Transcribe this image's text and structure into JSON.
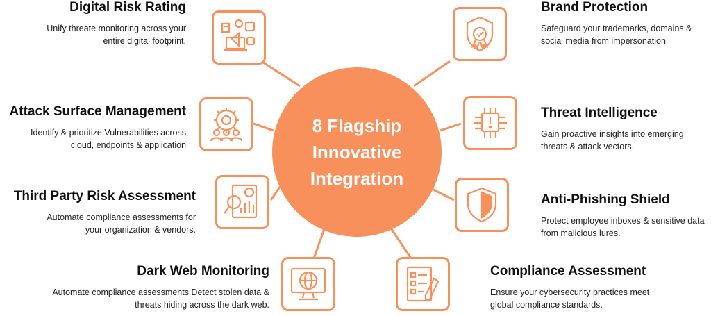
{
  "center": {
    "title": "8 Flagship Innovative Integration"
  },
  "colors": {
    "accent": "#f7905a",
    "text": "#111111",
    "background": "#ffffff"
  },
  "features": [
    {
      "title": "Digital Risk Rating",
      "description": "Unify threate monitoring across your entire digital footprint.",
      "icon": "digital-marketing-icon"
    },
    {
      "title": "Brand Protection",
      "description": "Safeguard your trademarks, domains & social media from impersonation",
      "icon": "badge-shield-icon"
    },
    {
      "title": "Attack Surface Management",
      "description": "Identify & prioritize Vulnerabilities across cloud, endpoints & application",
      "icon": "team-gear-icon"
    },
    {
      "title": "Threat Intelligence",
      "description": "Gain proactive insights into emerging threats & attack vectors.",
      "icon": "alert-chip-icon"
    },
    {
      "title": "Third Party Risk Assessment",
      "description": "Automate compliance assessments for your organization & vendors.",
      "icon": "report-analysis-icon"
    },
    {
      "title": "Anti-Phishing Shield",
      "description": "Protect employee inboxes & sensitive data from malicious lures.",
      "icon": "shield-icon"
    },
    {
      "title": "Dark Web Monitoring",
      "description": "Automate compliance assessments Detect stolen data & threats hiding across the dark web.",
      "icon": "globe-monitor-icon"
    },
    {
      "title": "Compliance Assessment",
      "description": "Ensure your cybersecurity practices meet global compliance standards.",
      "icon": "checklist-pen-icon"
    }
  ]
}
